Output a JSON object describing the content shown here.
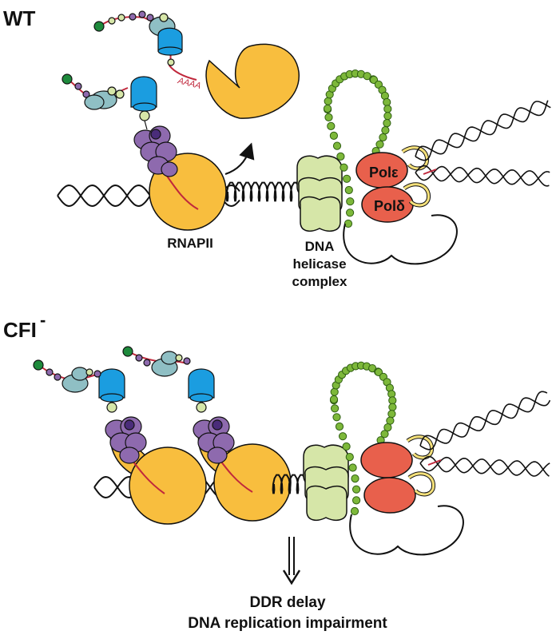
{
  "panels": {
    "wt": {
      "title": "WT"
    },
    "cfi": {
      "title": "CFI",
      "superscript": "-"
    }
  },
  "labels": {
    "rnapii": "RNAPII",
    "helicase_line1": "DNA",
    "helicase_line2": "helicase",
    "helicase_line3": "complex",
    "polyA": "AAAA",
    "pol_epsilon": "Polε",
    "pol_delta": "Polδ",
    "outcome_line1": "DDR delay",
    "outcome_line2": "DNA replication impairment"
  },
  "colors": {
    "rnapii": "#F8BE3E",
    "helicase": "#D6E6A8",
    "polymerase": "#E8604C",
    "clamp": "#F4E07A",
    "cohesin_beads": "#7DB83A",
    "factor_purple": "#8E6AAE",
    "factor_blue": "#1B9DE0",
    "factor_teal": "#8FBFC4",
    "rna": "#C0283C"
  }
}
